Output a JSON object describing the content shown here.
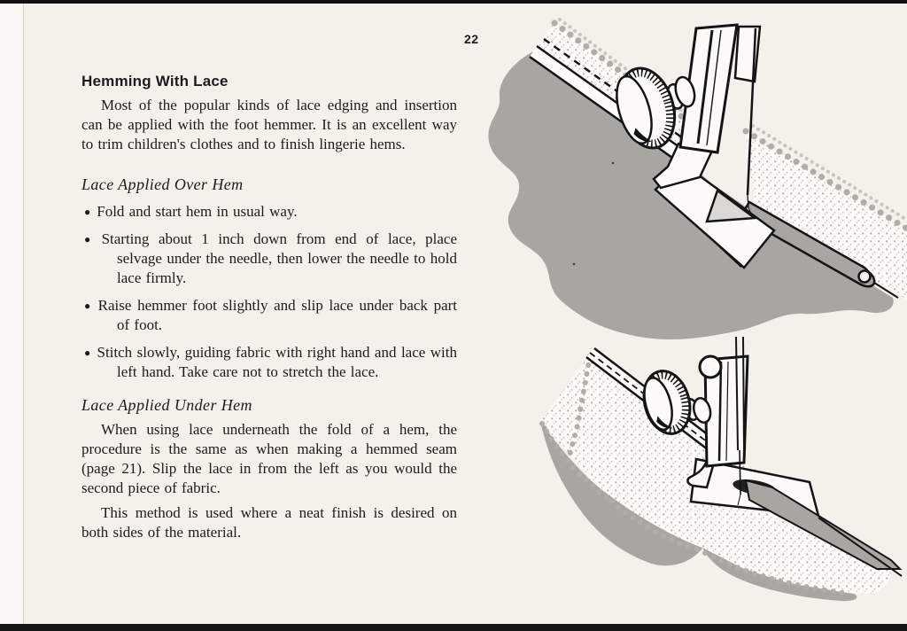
{
  "page": {
    "number": "22",
    "colors": {
      "paper": "#f3f1ea",
      "ink": "#1b1b1b",
      "fabric_gray": "#a7a6a1",
      "lace_dot_gray": "#b4b2ab"
    }
  },
  "article": {
    "heading": "Hemming With Lace",
    "intro": "Most of the popular kinds of lace edging and insertion can be applied with the foot hemmer. It is an excellent way to trim children's clothes and to finish lingerie hems.",
    "bullet_glyph": "●",
    "section_over": {
      "heading": "Lace Applied Over Hem",
      "bullets": [
        "Fold and start hem in usual way.",
        "Starting about 1 inch down from end of lace, place selvage under the needle, then lower the needle to hold lace firmly.",
        "Raise hemmer foot slightly and slip lace under back part of foot.",
        "Stitch slowly, guiding fabric with right hand and lace with left hand. Take care not to stretch the lace."
      ]
    },
    "section_under": {
      "heading": "Lace Applied Under Hem",
      "para1": "When using lace underneath the fold of a hem, the procedure is the same as when making a hemmed seam (page 21). Slip the lace in from the left as you would the second piece of fabric.",
      "para2": "This method is used where a neat finish is desired on both sides of the material."
    }
  }
}
